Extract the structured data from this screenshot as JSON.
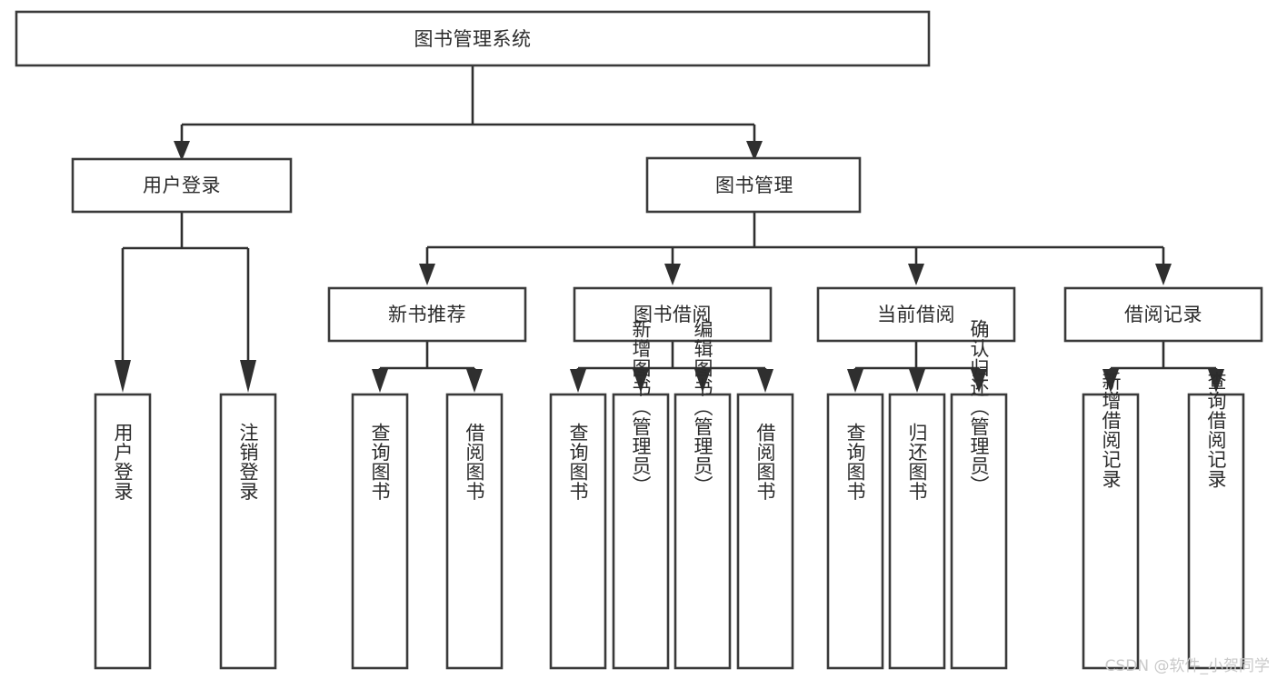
{
  "diagram": {
    "type": "tree",
    "title": "图书管理系统",
    "watermark": "CSDN @软件_小贺同学",
    "colors": {
      "background": "#ffffff",
      "box_stroke": "#3a3a3a",
      "box_fill": "#ffffff",
      "text": "#2b2b2b",
      "connector": "#2f2f2f",
      "watermark": "#c9c9c9"
    },
    "root": {
      "label": "图书管理系统"
    },
    "level2": [
      {
        "label": "用户登录"
      },
      {
        "label": "图书管理"
      }
    ],
    "level3": [
      {
        "label": "新书推荐"
      },
      {
        "label": "图书借阅"
      },
      {
        "label": "当前借阅"
      },
      {
        "label": "借阅记录"
      }
    ],
    "leaves_user_login": [
      {
        "label": "用户登录"
      },
      {
        "label": "注销登录"
      }
    ],
    "leaves_new_book": [
      {
        "label": "查询图书"
      },
      {
        "label": "借阅图书"
      }
    ],
    "leaves_borrow": [
      {
        "label": "查询图书"
      },
      {
        "label": "新增图书（管理员）"
      },
      {
        "label": "编辑图书（管理员）"
      },
      {
        "label": "借阅图书"
      }
    ],
    "leaves_current": [
      {
        "label": "查询图书"
      },
      {
        "label": "归还图书"
      },
      {
        "label": "确认归还（管理员）"
      }
    ],
    "leaves_records": [
      {
        "label": "新增借阅记录"
      },
      {
        "label": "查询借阅记录"
      }
    ]
  }
}
